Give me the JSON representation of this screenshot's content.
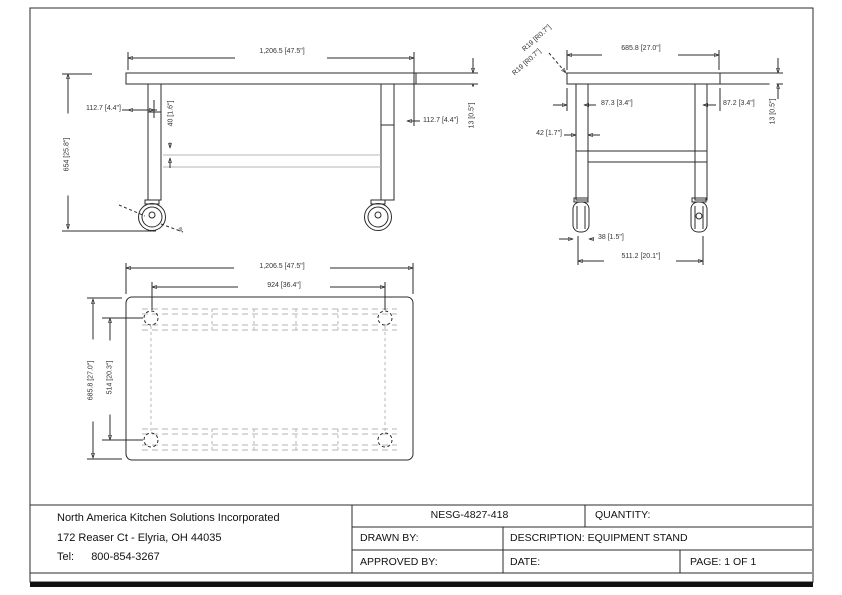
{
  "drawing": {
    "front_view": {
      "width": "1,206.5 [47.5\"]",
      "height": "654 [25.8\"]",
      "left_leg_offset": "112.7 [4.4\"]",
      "right_leg_offset": "112.7 [4.4\"]",
      "leg_size": "40 [1.6\"]",
      "top_thickness": "13 [0.5\"]",
      "caster_callout": "Ø"
    },
    "side_view": {
      "corner_radius_1": "R19 [R0.7\"]",
      "corner_radius_2": "R19 [R0.7\"]",
      "depth": "685.8 [27.0\"]",
      "left_leg_offset": "87.3 [3.4\"]",
      "right_leg_offset": "87.2 [3.4\"]",
      "leg_size": "42 [1.7\"]",
      "top_thickness": "13 [0.5\"]",
      "caster_width": "38 [1.5\"]",
      "leg_span": "511.2 [20.1\"]"
    },
    "plan_view": {
      "width": "1,206.5 [47.5\"]",
      "hole_span_width": "924 [36.4\"]",
      "depth": "685.8 [27.0\"]",
      "hole_span_depth": "514 [20.3\"]"
    }
  },
  "title_block": {
    "company_name": "North America Kitchen Solutions Incorporated",
    "address": "172 Reaser Ct - Elyria, OH 44035",
    "phone_label": "Tel:",
    "phone_number": "800-854-3267",
    "part_number": "NESG-4827-418",
    "quantity_label": "QUANTITY:",
    "drawn_by_label": "DRAWN BY:",
    "description_label": "DESCRIPTION: EQUIPMENT STAND",
    "approved_by_label": "APPROVED BY:",
    "date_label": "DATE:",
    "page_label": "PAGE:  1  OF  1"
  },
  "colors": {
    "line": "#2b2b2b",
    "hidden_line": "#b4b4b4",
    "background": "#ffffff"
  }
}
